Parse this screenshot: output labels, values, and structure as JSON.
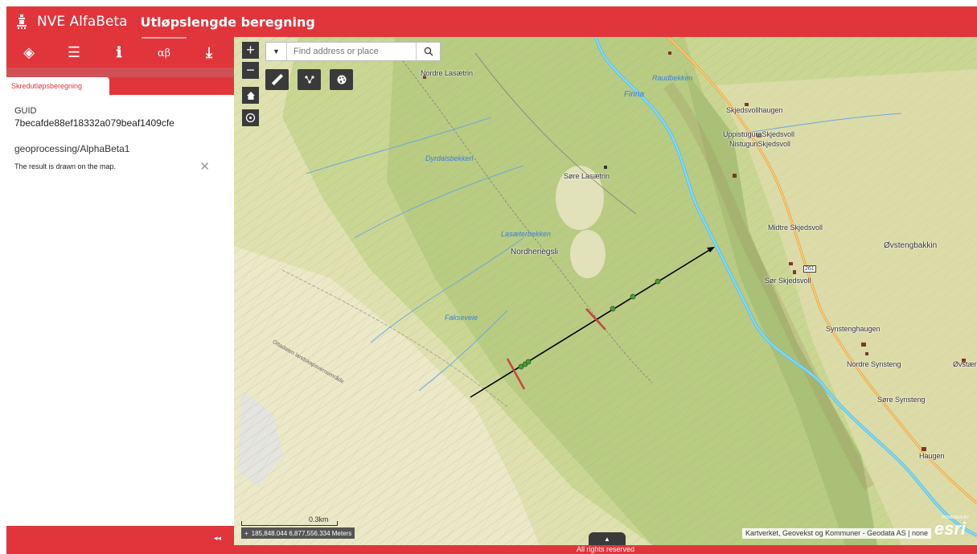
{
  "header": {
    "app_name": "NVE AlfaBeta",
    "subtitle": "Utløpslengde beregning"
  },
  "toolbar": {
    "items": [
      {
        "name": "layers",
        "icon": "layers-icon",
        "glyph": "◈"
      },
      {
        "name": "legend",
        "icon": "list-icon",
        "glyph": "☰"
      },
      {
        "name": "about",
        "icon": "info-icon",
        "glyph": "ℹ"
      },
      {
        "name": "alphabeta",
        "icon": "alphabeta-icon",
        "glyph": "αβ"
      },
      {
        "name": "download",
        "icon": "download-icon",
        "glyph": "⤓"
      }
    ]
  },
  "panel": {
    "tab_label": "Skredutløpsberegning",
    "guid_label": "GUID",
    "guid_value": "7becafde88ef18332a079beaf1409cfe",
    "gp_title": "geoprocessing/AlphaBeta1",
    "result_text": "The result is drawn on the map.",
    "close_glyph": "✕",
    "collapse_glyph": "◂◂"
  },
  "map": {
    "zoom_in": "+",
    "zoom_out": "−",
    "search": {
      "dropdown_glyph": "▼",
      "placeholder": "Find address or place",
      "search_glyph": "⌕"
    },
    "scale_label": "0.3km",
    "coordinates": "185,848.044 6,877,556.334 Meters",
    "attribution": "Kartverket, Geovekst og Kommuner - Geodata AS | none",
    "esri": "esri",
    "powered_by": "POWERED BY",
    "expand_glyph": "▲",
    "labels": {
      "nordre_lasaetrin": "Nordre Lasætrin",
      "finna": "Finna",
      "raudbekken": "Raudbekken",
      "skjedsvollhaugen": "Skjedsvollhaugen",
      "uppistugura": "UppistuguraSkjedsvoll",
      "nistuguri": "NistuguriSkjedsvoll",
      "dyrdalsbekken": "Dyrdalsbekken",
      "sore_lasaetrin": "Søre Lasætrin",
      "lasaeterbekken": "Lasæterbekken",
      "nordheriegsli": "Nordheriegsli",
      "midtre": "Midtre Skjedsvoll",
      "ovstengbakkin": "Øvstengbakkin",
      "sor_skjedsvoll": "Sør Skjedsvoll",
      "fakseveie": "Fakseveie",
      "synstenghaugen": "Synstenghaugen",
      "nordre_synsteng": "Nordre Synsteng",
      "ovstaen": "Øvstær",
      "sore_synsteng": "Søre Synsteng",
      "haugen": "Haugen",
      "rv": "261",
      "trail": "Ottadalen landskapsvernområde"
    }
  },
  "footer": {
    "text": "All rights reserved"
  },
  "colors": {
    "accent": "#e1353c",
    "dark_widget": "#3a3a3a",
    "river": "#5cc6ea",
    "road": "#f0a23a",
    "terrain": "#d4dc9c"
  }
}
